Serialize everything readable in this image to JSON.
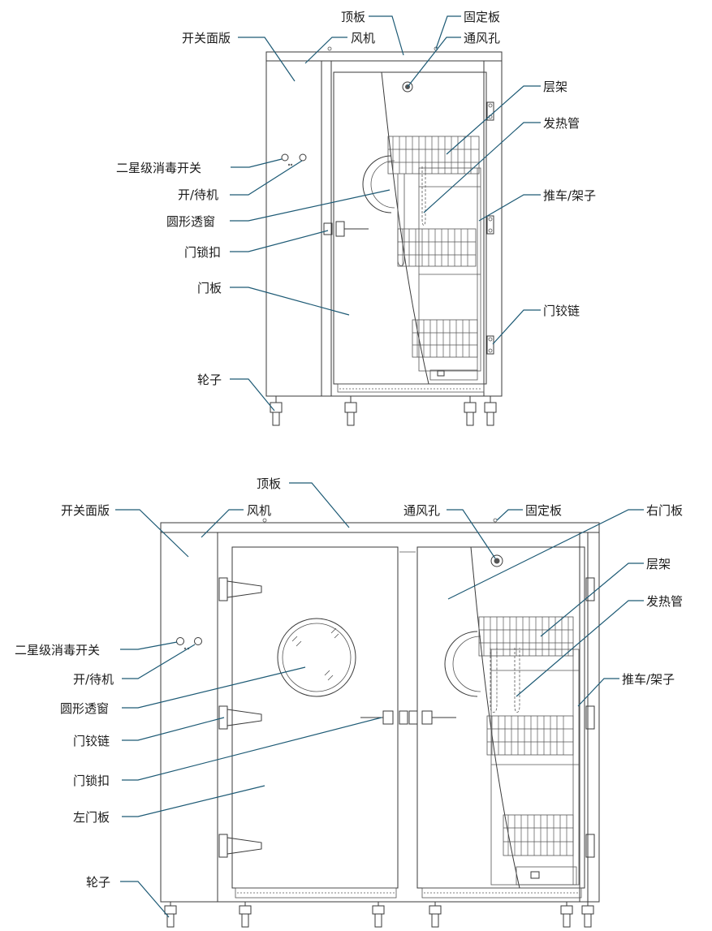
{
  "diagram_single": {
    "labels": {
      "top_plate": "顶板",
      "fixing_plate": "固定板",
      "switch_panel": "开关面版",
      "fan": "风机",
      "vent_hole": "通风孔",
      "shelf": "层架",
      "heating_tube": "发热管",
      "disinfect_switch": "二星级消毒开关",
      "power_standby": "开/待机",
      "round_window": "圆形透窗",
      "trolley_rack": "推车/架子",
      "door_lock": "门锁扣",
      "door_panel": "门板",
      "door_hinge": "门铰链",
      "wheel": "轮子"
    }
  },
  "diagram_double": {
    "labels": {
      "top_plate": "顶板",
      "switch_panel": "开关面版",
      "fan": "风机",
      "vent_hole": "通风孔",
      "fixing_plate": "固定板",
      "right_door": "右门板",
      "shelf": "层架",
      "heating_tube": "发热管",
      "disinfect_switch": "二星级消毒开关",
      "power_standby": "开/待机",
      "round_window": "圆形透窗",
      "trolley_rack": "推车/架子",
      "door_hinge": "门铰链",
      "door_lock": "门锁扣",
      "left_door": "左门板",
      "wheel": "轮子"
    }
  },
  "colors": {
    "leader": "#1d5a75",
    "outline": "#3a3a3a"
  }
}
